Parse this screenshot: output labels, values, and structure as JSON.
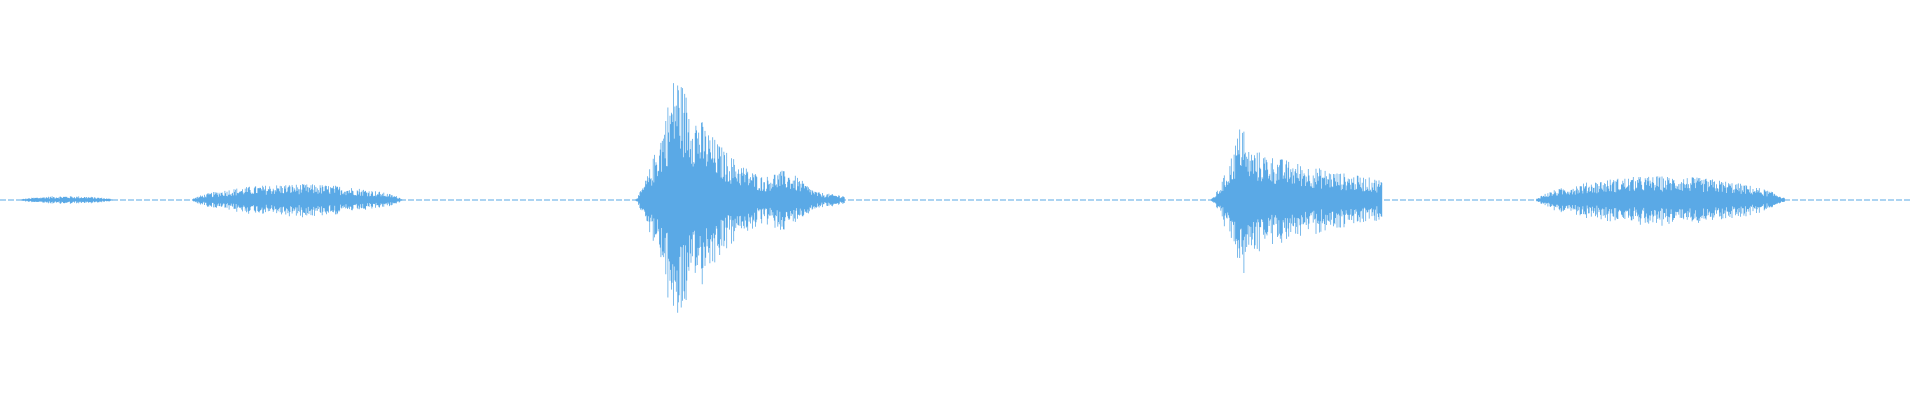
{
  "waveform": {
    "color": "#5aa9e6",
    "background": "#ffffff",
    "sound_events": [
      {
        "start_fraction": 0.01,
        "end_fraction": 0.06,
        "peak_amplitude": 0.02
      },
      {
        "start_fraction": 0.1,
        "end_fraction": 0.21,
        "peak_amplitude": 0.08
      },
      {
        "start_fraction": 0.33,
        "end_fraction": 0.44,
        "peak_amplitude": 0.67
      },
      {
        "start_fraction": 0.63,
        "end_fraction": 0.72,
        "peak_amplitude": 0.45
      },
      {
        "start_fraction": 0.8,
        "end_fraction": 0.93,
        "peak_amplitude": 0.12
      }
    ]
  }
}
